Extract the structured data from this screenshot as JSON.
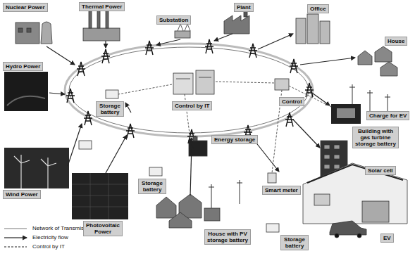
{
  "diagram": {
    "nodes": [
      {
        "text": [
          "Nuclear Power"
        ]
      },
      {
        "text": [
          "Thermal Power"
        ]
      },
      {
        "text": [
          "Plant"
        ]
      },
      {
        "text": [
          "Office"
        ]
      },
      {
        "text": [
          "Substation"
        ]
      },
      {
        "text": [
          "House"
        ]
      },
      {
        "text": [
          "Hydro Power"
        ]
      },
      {
        "text": [
          "Control"
        ]
      },
      {
        "text": [
          "Storage battery"
        ]
      },
      {
        "text": [
          "Control by IT"
        ]
      },
      {
        "text": [
          "Charge for EV"
        ]
      },
      {
        "text": [
          "Building with gas turbine storage battery"
        ]
      },
      {
        "text": [
          "Energy storage"
        ]
      },
      {
        "text": [
          "Solar cell"
        ]
      },
      {
        "text": [
          "Storage battery"
        ]
      },
      {
        "text": [
          "Smart meter"
        ]
      },
      {
        "text": [
          "Wind Power"
        ]
      },
      {
        "text": [
          "Photovoltaic Power"
        ]
      },
      {
        "text": [
          "House with PV storage battery"
        ]
      },
      {
        "text": [
          "EV"
        ]
      },
      {
        "text": [
          "Storage battery"
        ]
      }
    ],
    "legend": [
      {
        "text": "Network of Transmission & wiring"
      },
      {
        "text": "Electricity flow"
      },
      {
        "text": "Control by IT"
      }
    ]
  }
}
